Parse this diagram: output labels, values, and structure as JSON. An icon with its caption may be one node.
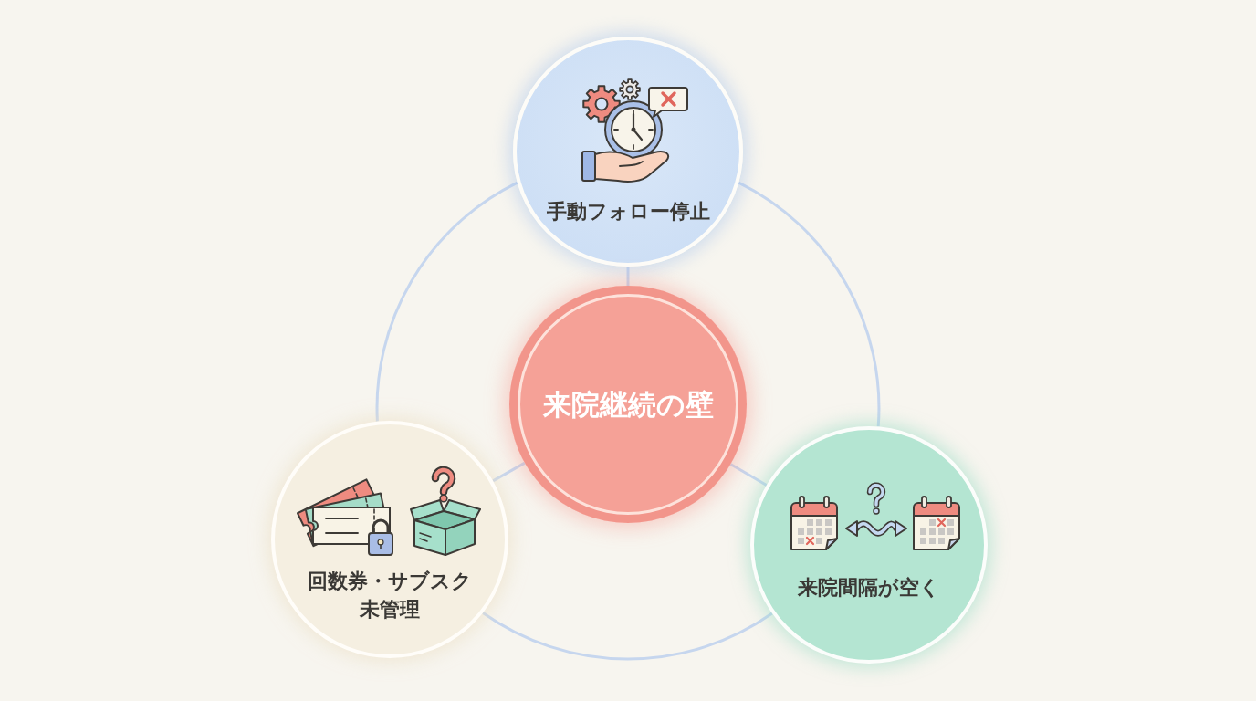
{
  "diagram": {
    "nodes": [
      {
        "text": [
          "手動フォロー停止"
        ]
      },
      {
        "text": [
          "来院継続の壁"
        ]
      },
      {
        "text": [
          "回数券・サブスク未管理"
        ]
      },
      {
        "text": [
          "来院間隔が空く"
        ]
      }
    ],
    "edges": [
      {
        "from": 1,
        "to": 0,
        "arrow": "none"
      },
      {
        "from": 1,
        "to": 2,
        "arrow": "none"
      },
      {
        "from": 1,
        "to": 3,
        "arrow": "none"
      },
      {
        "from": 0,
        "to": 2,
        "arrow": "none"
      },
      {
        "from": 2,
        "to": 3,
        "arrow": "none"
      },
      {
        "from": 3,
        "to": 0,
        "arrow": "none"
      }
    ]
  }
}
